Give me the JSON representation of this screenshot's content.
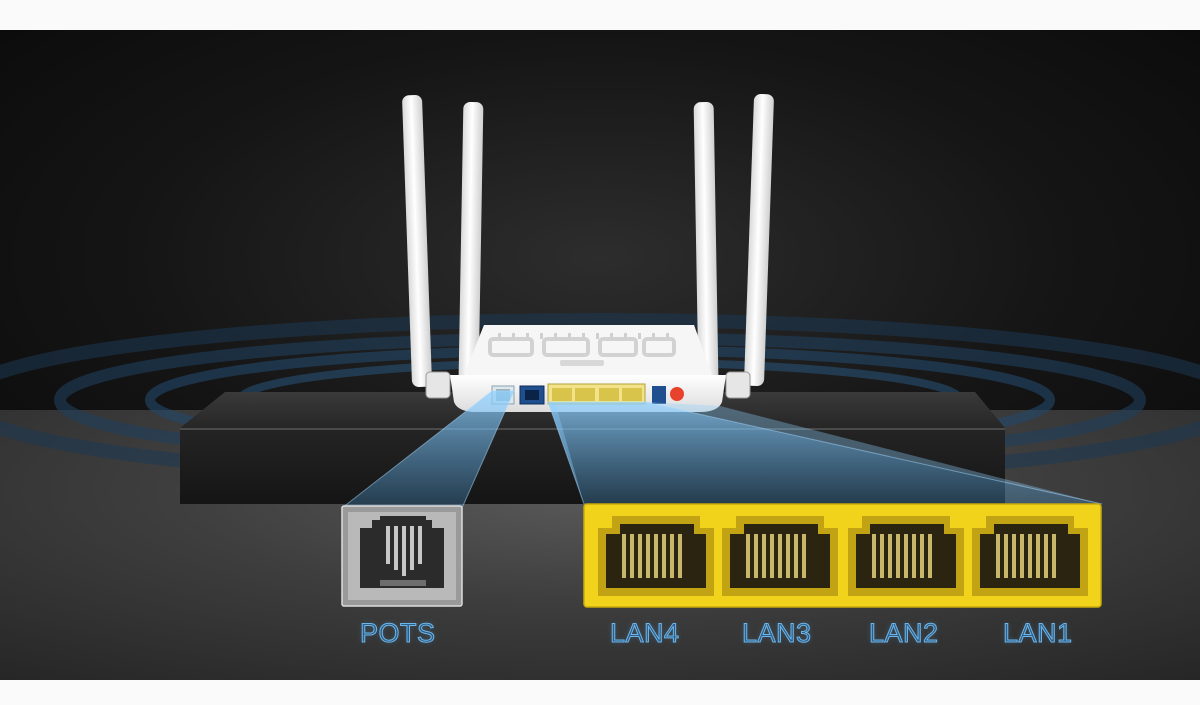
{
  "ports": {
    "pots_label": "POTS",
    "lan4_label": "LAN4",
    "lan3_label": "LAN3",
    "lan2_label": "LAN2",
    "lan1_label": "LAN1"
  },
  "colors": {
    "lan_panel": "#f2d31b",
    "label_outline": "#6db6ea",
    "beam": "#8fd0ff",
    "router_body": "#f3f3f3",
    "power_button": "#e8412c"
  },
  "icons": {
    "phone_port": "rj11-port-icon",
    "ethernet_port": "rj45-port-icon"
  }
}
